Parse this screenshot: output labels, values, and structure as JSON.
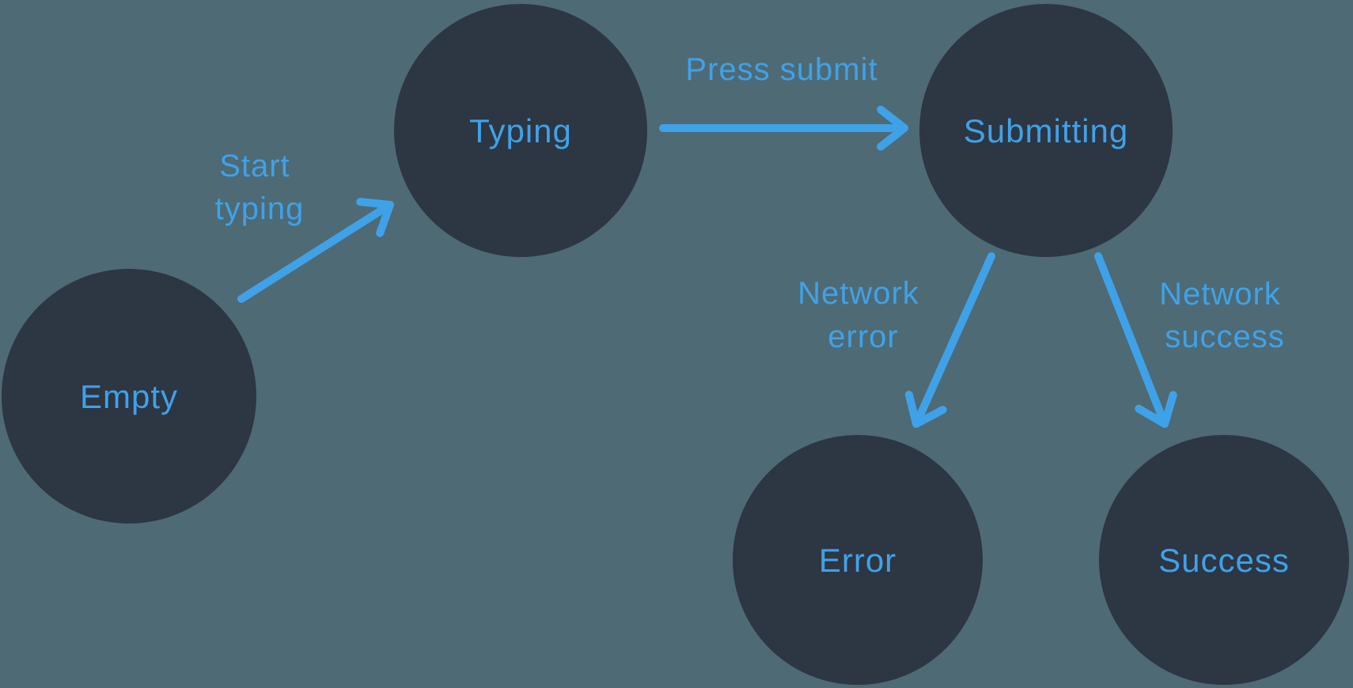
{
  "diagram": {
    "type": "state-machine",
    "colors": {
      "background": "#4e6a75",
      "node_fill": "#2d3643",
      "accent": "#3fa2e8"
    },
    "states": [
      {
        "id": "empty",
        "label": "Empty"
      },
      {
        "id": "typing",
        "label": "Typing"
      },
      {
        "id": "submitting",
        "label": "Submitting"
      },
      {
        "id": "error",
        "label": "Error"
      },
      {
        "id": "success",
        "label": "Success"
      }
    ],
    "transitions": [
      {
        "from": "empty",
        "to": "typing",
        "label": "Start typing",
        "label_lines": [
          "Start",
          "typing"
        ]
      },
      {
        "from": "typing",
        "to": "submitting",
        "label": "Press submit",
        "label_lines": [
          "Press submit"
        ]
      },
      {
        "from": "submitting",
        "to": "error",
        "label": "Network error",
        "label_lines": [
          "Network",
          "error"
        ]
      },
      {
        "from": "submitting",
        "to": "success",
        "label": "Network success",
        "label_lines": [
          "Network",
          "success"
        ]
      }
    ]
  }
}
